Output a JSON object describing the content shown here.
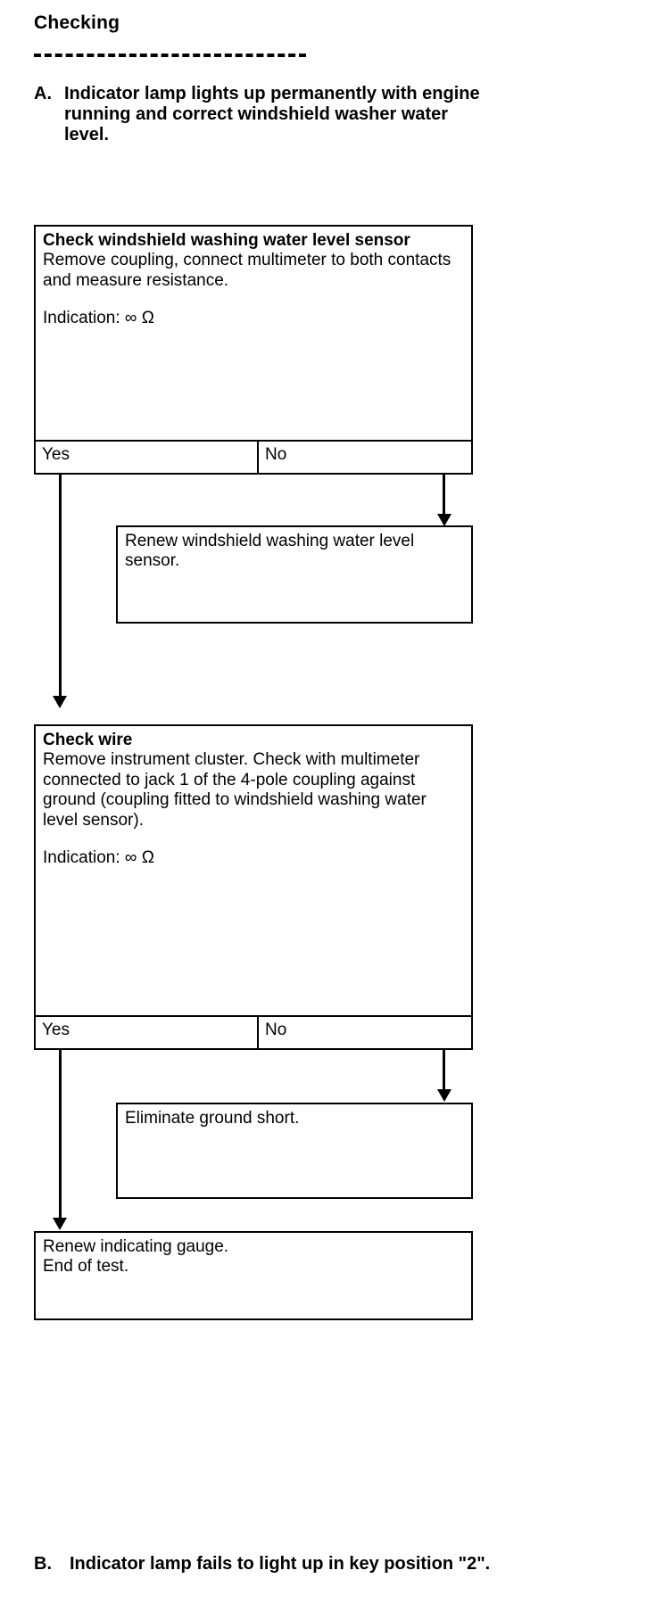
{
  "document": {
    "title": "Checking"
  },
  "section_a": {
    "letter": "A.",
    "text": "Indicator lamp lights up permanently with engine running and correct windshield washer water level."
  },
  "flow": {
    "box1": {
      "title": "Check windshield washing water level sensor",
      "body": "Remove coupling, connect multimeter to both contacts and measure resistance.",
      "indication": "Indication: ∞ Ω",
      "yes_label": "Yes",
      "no_label": "No"
    },
    "box1_no_action": {
      "text": "Renew windshield washing water level sensor."
    },
    "box2": {
      "title": "Check wire",
      "body": "Remove instrument cluster. Check with multimeter connected to jack 1 of the 4-pole coupling against ground (coupling fitted to windshield washing water level sensor).",
      "indication": "Indication: ∞ Ω",
      "yes_label": "Yes",
      "no_label": "No"
    },
    "box2_no_action": {
      "text": "Eliminate ground short."
    },
    "final_action": {
      "line1": "Renew indicating gauge.",
      "line2": "End of test."
    }
  },
  "section_b": {
    "letter": "B.",
    "text": "Indicator lamp fails to light up in key position \"2\"."
  }
}
